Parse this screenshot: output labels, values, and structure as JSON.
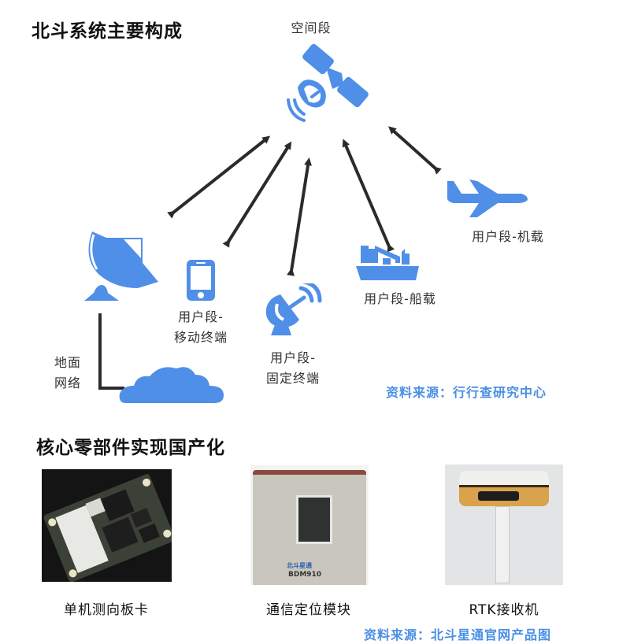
{
  "diagram": {
    "title": "北斗系统主要构成",
    "accent_color": "#4f8fe8",
    "arrow_color": "#2b2b2b",
    "nodes": {
      "space": {
        "label": "空间段",
        "icon": "satellite-icon"
      },
      "ground_station": {
        "icon": "satellite-dish-icon"
      },
      "ground_network": {
        "label_line1": "地面",
        "label_line2": "网络",
        "icon": "cloud-icon"
      },
      "mobile": {
        "label_line1": "用户段-",
        "label_line2": "移动终端",
        "icon": "smartphone-icon"
      },
      "fixed": {
        "label_line1": "用户段-",
        "label_line2": "固定终端",
        "icon": "antenna-icon"
      },
      "ship": {
        "label": "用户段-船载",
        "icon": "ship-icon"
      },
      "aircraft": {
        "label": "用户段-机载",
        "icon": "airplane-icon"
      }
    },
    "source": "资料来源：行行查研究中心"
  },
  "components": {
    "title": "核心零部件实现国产化",
    "items": [
      {
        "caption": "单机测向板卡",
        "image": "circuit-board-photo"
      },
      {
        "caption": "通信定位模块",
        "image": "communication-module-photo",
        "brand_text": "北斗星通",
        "model_text": "BDM910"
      },
      {
        "caption": "RTK接收机",
        "image": "rtk-receiver-photo"
      }
    ],
    "source": "资料来源：北斗星通官网产品图"
  }
}
